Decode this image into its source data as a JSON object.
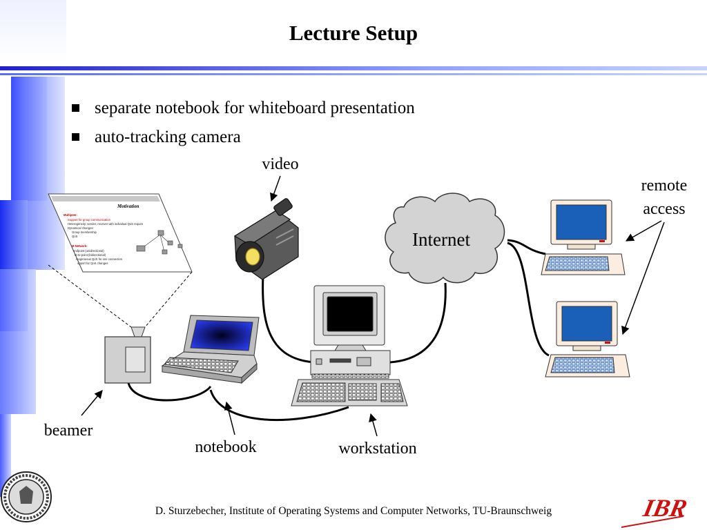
{
  "slide": {
    "title": "Lecture Setup",
    "bullets": [
      "separate notebook for whiteboard presentation",
      "auto-tracking camera"
    ],
    "footer": "D. Sturzebecher, Institute of Operating Systems and Computer Networks, TU-Braunschweig"
  },
  "diagram": {
    "labels": {
      "video": "video",
      "internet": "Internet",
      "remote_line1": "remote",
      "remote_line2": "access",
      "beamer": "beamer",
      "notebook": "notebook",
      "workstation": "workstation"
    },
    "projected_slide": {
      "title": "Motivation",
      "lines": [
        "Multipeer:",
        "Support for group communication",
        "Heterogeneity: sender, receiver with individual QoS require",
        "Dynamical changes:",
        "Group membership",
        "QoS",
        "M Network:",
        "endpoint (unidirectional)",
        "nt-to-point (bidirectional)",
        "mogeneous QoS for one connection",
        "upport for QoS changes"
      ]
    }
  },
  "logos": {
    "seal_text": "CAROLO-WILHELMINA BRAUNSCHWEIG",
    "ibr_text": "IBR"
  },
  "colors": {
    "rule_dark": "#2020d0",
    "rule_light": "#c8d2ff",
    "cloud_fill": "#d3d3d3",
    "monitor_screen": "#1a5fb8",
    "ibr_red": "#cc1111"
  }
}
